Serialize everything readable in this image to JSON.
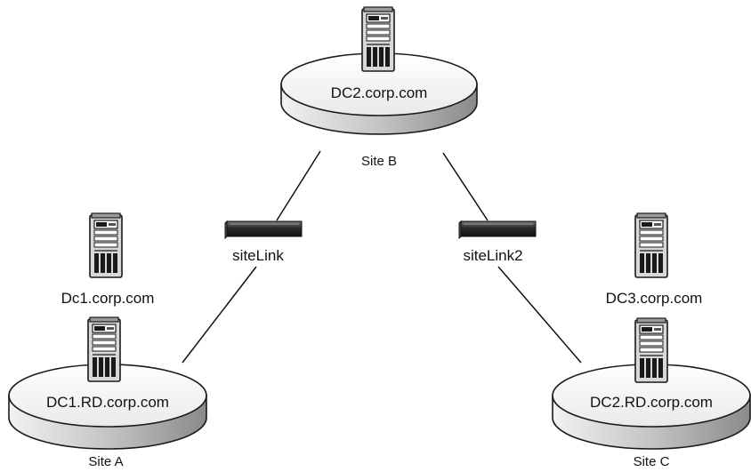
{
  "sites": {
    "a": {
      "name": "Site A",
      "disk_label": "DC1.RD.corp.com"
    },
    "b": {
      "name": "Site B",
      "disk_label": "DC2.corp.com"
    },
    "c": {
      "name": "Site C",
      "disk_label": "DC2.RD.corp.com"
    }
  },
  "standalone_servers": {
    "left": "Dc1.corp.com",
    "right": "DC3.corp.com"
  },
  "links": {
    "ab": "siteLink",
    "bc": "siteLink2"
  }
}
